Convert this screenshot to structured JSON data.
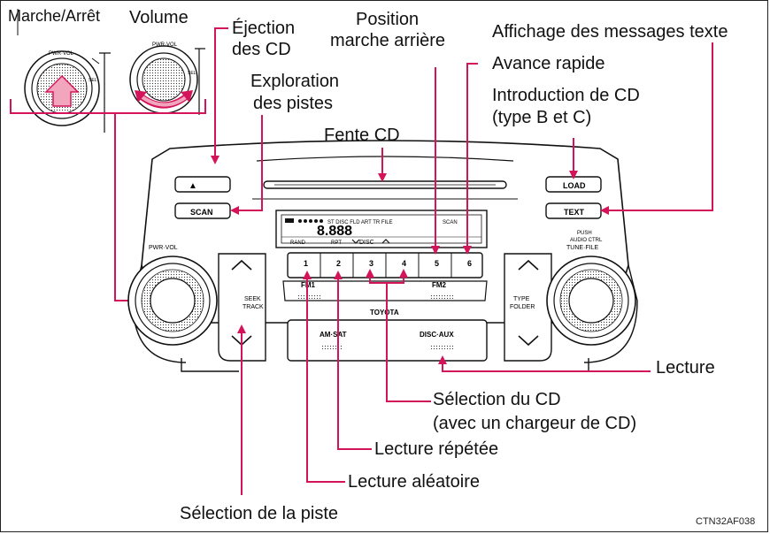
{
  "labels": {
    "power": "Marche/Arrêt",
    "volume": "Volume",
    "eject_line1": "Éjection",
    "eject_line2": "des CD",
    "rewind_line1": "Position",
    "rewind_line2": "marche arrière",
    "text_display": "Affichage des messages texte",
    "fast_forward": "Avance rapide",
    "scan_line1": "Exploration",
    "scan_line2": "des pistes",
    "load_line1": "Introduction de CD",
    "load_line2": "(type B et C)",
    "slot": "Fente CD",
    "play": "Lecture",
    "disc_select_line1": "Sélection du CD",
    "disc_select_line2": "(avec un chargeur de CD)",
    "repeat": "Lecture répétée",
    "random": "Lecture aléatoire",
    "track_select": "Sélection de la piste"
  },
  "unit": {
    "eject_symbol": "▲",
    "scan": "SCAN",
    "load": "LOAD",
    "text": "TEXT",
    "pwr_vol": "PWR·VOL",
    "push_line1": "PUSH",
    "push_line2": "AUDIO CTRL",
    "tune_file": "TUNE·FILE",
    "seek_line1": "SEEK",
    "seek_line2": "TRACK",
    "type_line1": "TYPE",
    "type_line2": "FOLDER",
    "presets": [
      "1",
      "2",
      "3",
      "4",
      "5",
      "6"
    ],
    "fm1": "FM1",
    "fm2": "FM2",
    "brand": "TOYOTA",
    "am_sat": "AM·SAT",
    "disc_aux": "DISC·AUX",
    "display_top": "ST  DISC    FLD  ART  TR  FILE",
    "display_rand": "RAND",
    "display_rpt": "RPT",
    "display_disc": "DISC",
    "display_digits": "8.888",
    "display_scan": "SCAN",
    "small_pwr_vol": "PWR·VOL",
    "small_sel": "SEL",
    "small_pwr_vol_2": "PWR·VOL",
    "small_sel_2": "SEL"
  },
  "code": "CTN32AF038",
  "colors": {
    "accent": "#d4145a",
    "line": "#1a1a1a"
  }
}
